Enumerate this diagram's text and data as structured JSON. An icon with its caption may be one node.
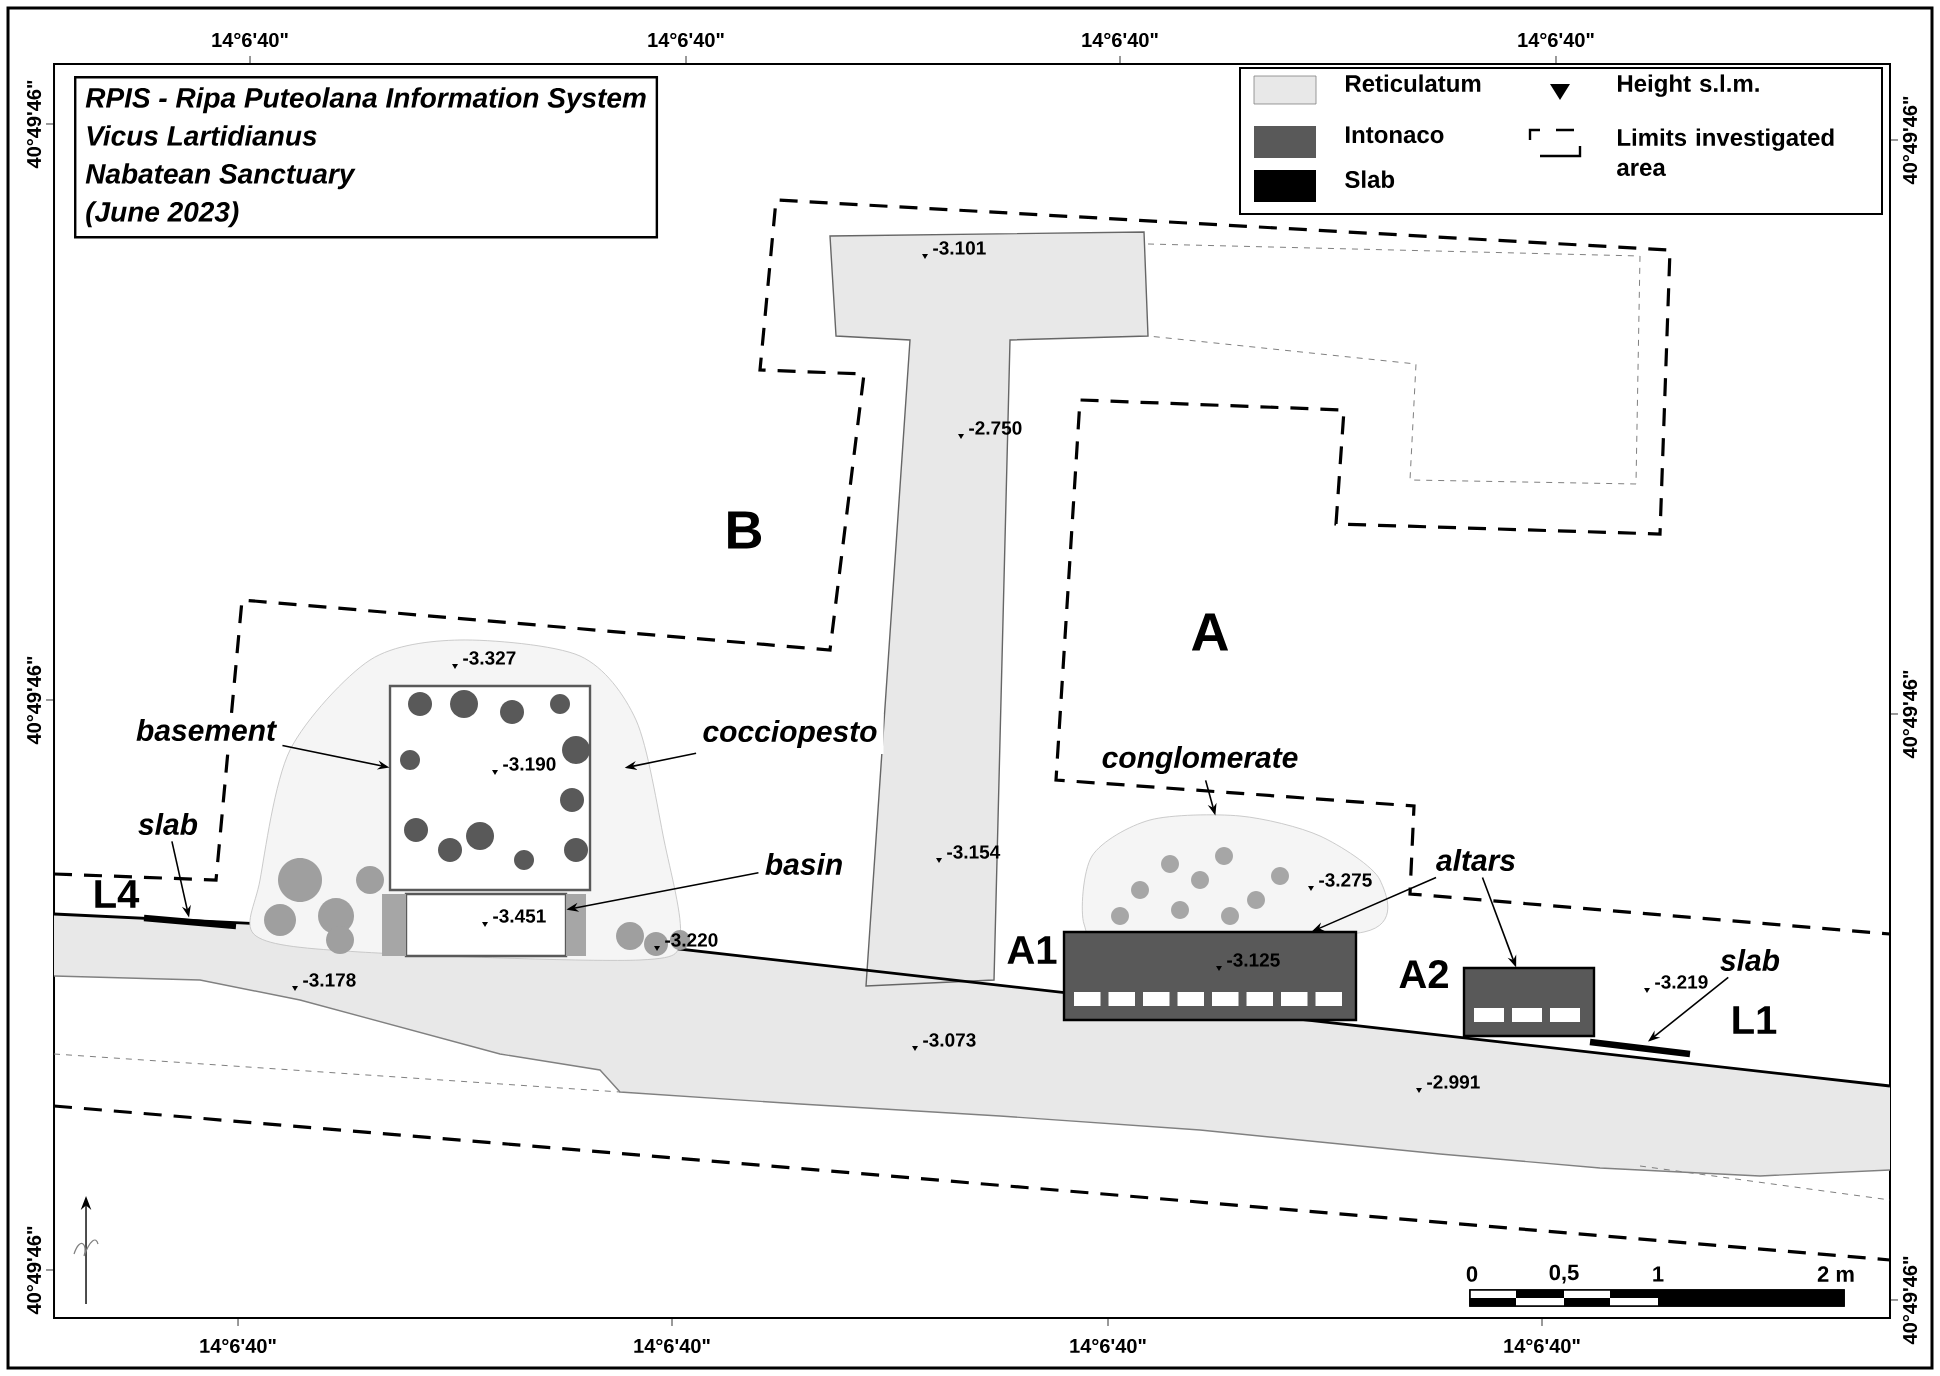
{
  "diagram": {
    "nodes": [
      {
        "text": [
          "RPIS - Ripa Puteolana Information System",
          "Vicus Lartidianus",
          "Nabatean Sanctuary",
          "(June 2023)"
        ]
      },
      {
        "text": [
          "basement"
        ]
      },
      {
        "text": [],
        "shape": "box",
        "in": 4
      },
      {
        "text": [
          "cocciopesto"
        ]
      },
      {
        "text": [],
        "shape": "cloud"
      },
      {
        "text": [
          "basin"
        ]
      },
      {
        "text": [],
        "shape": "box",
        "in": 4
      },
      {
        "text": [
          "slab"
        ]
      },
      {
        "text": [],
        "shape": "bar"
      },
      {
        "text": [
          "conglomerate"
        ]
      },
      {
        "text": [],
        "shape": "cloud"
      },
      {
        "text": [
          "altars"
        ]
      },
      {
        "text": [],
        "shape": "box"
      },
      {
        "text": [],
        "shape": "box"
      },
      {
        "text": [
          "slab"
        ]
      },
      {
        "text": [],
        "shape": "bar"
      }
    ],
    "edges": [
      {
        "from": 1,
        "to": 2,
        "arrow": "to"
      },
      {
        "from": 3,
        "to": 4,
        "arrow": "to"
      },
      {
        "from": 5,
        "to": 6,
        "arrow": "to"
      },
      {
        "from": 7,
        "to": 8,
        "arrow": "to"
      },
      {
        "from": 9,
        "to": 10,
        "arrow": "to"
      },
      {
        "from": 11,
        "to": 12,
        "arrow": "to"
      },
      {
        "from": 11,
        "to": 13,
        "arrow": "to"
      },
      {
        "from": 14,
        "to": 15,
        "arrow": "to"
      }
    ],
    "labels": [
      "14°6'40\"",
      "14°6'40\"",
      "14°6'40\"",
      "14°6'40\"",
      "40°49'46\"",
      "40°49'46\"",
      "-3.101",
      "-2.750",
      "B",
      "A",
      "-3.327",
      "40°49'46\"",
      "40°49'46\"",
      "-3.190",
      "-3.154",
      "-3.275",
      "L4",
      "-3.178",
      "-3.451",
      "-3.220",
      "A1",
      "-3.125",
      "A2",
      "-3.219",
      "L1",
      "-3.073",
      "-2.991",
      "0",
      "0,5",
      "1",
      "2 m",
      "40°49'46\"",
      "40°49'46\"",
      "14°6'40\"",
      "14°6'40\"",
      "14°6'40\"",
      "14°6'40\""
    ],
    "legend": [
      {
        "text": "Reticulatum"
      },
      {
        "text": "Intonaco",
        "color": "#595959"
      },
      {
        "text": "Slab",
        "color": "#000000"
      },
      {
        "text": "Height s.l.m."
      },
      {
        "text": "Limits investigated area"
      }
    ]
  }
}
